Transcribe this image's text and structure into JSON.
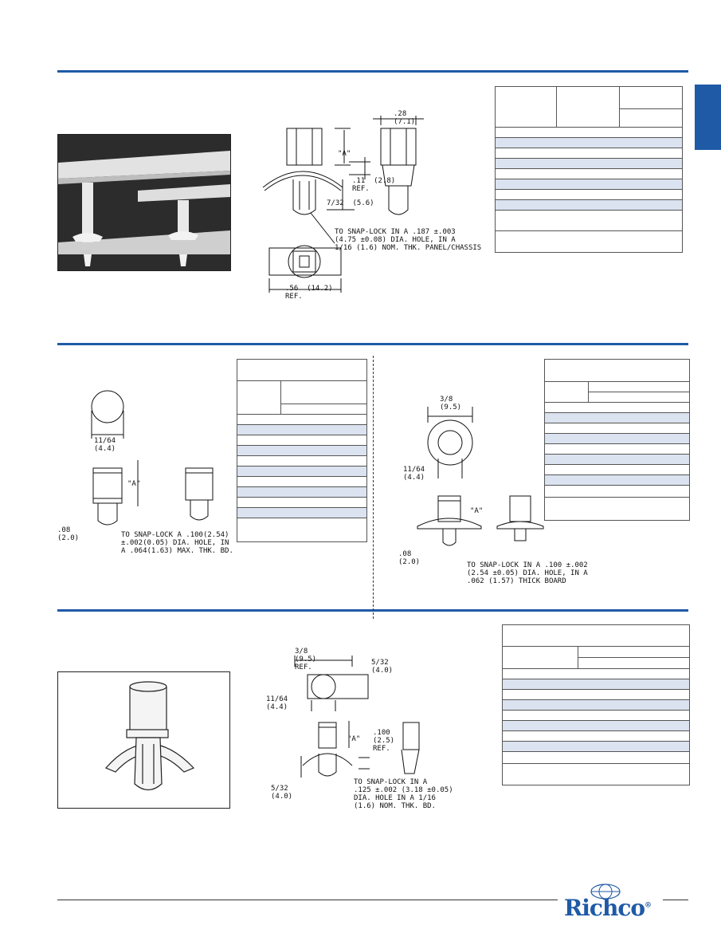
{
  "brand": {
    "logo_text": "Richco",
    "trademark": "®",
    "color": "#1f5aa6"
  },
  "section1": {
    "dim_top": ".28\n(7.1)",
    "dim_a": "\"A\"",
    "dim_gap": ".11  (2.8)\nREF.",
    "dim_leg": "7/32  (5.6)",
    "note": "TO SNAP-LOCK IN A .187 ±.003\n(4.75 ±0.08) DIA. HOLE, IN A\n1/16 (1.6) NOM. THK. PANEL/CHASSIS",
    "dim_base": ".56  (14.2)\nREF."
  },
  "section2a": {
    "dim_dia": "11/64\n(4.4)",
    "dim_a": "\"A\"",
    "dim_tip": ".08\n(2.0)",
    "note": "TO SNAP-LOCK A .100(2.54)\n±.002(0.05) DIA. HOLE, IN\nA .064(1.63) MAX. THK. BD."
  },
  "section2b": {
    "dim_outer": "3/8\n(9.5)",
    "dim_inner": "11/64\n(4.4)",
    "dim_a": "\"A\"",
    "dim_tip": ".08\n(2.0)",
    "note": "TO SNAP-LOCK IN A .100 ±.002\n(2.54 ±0.05) DIA. HOLE, IN A\n.062 (1.57) THICK BOARD"
  },
  "section3": {
    "dim_width": "3/8\n(9.5)\nREF.",
    "dim_side": "5/32\n(4.0)",
    "dim_dia": "11/64\n(4.4)",
    "dim_a": "\"A\"",
    "dim_gap": ".100\n(2.5)\nREF.",
    "dim_leg": "5/32\n(4.0)",
    "note": "TO SNAP-LOCK IN A\n.125 ±.002 (3.18 ±0.05)\nDIA. HOLE IN A 1/16\n(1.6) NOM. THK. BD."
  }
}
